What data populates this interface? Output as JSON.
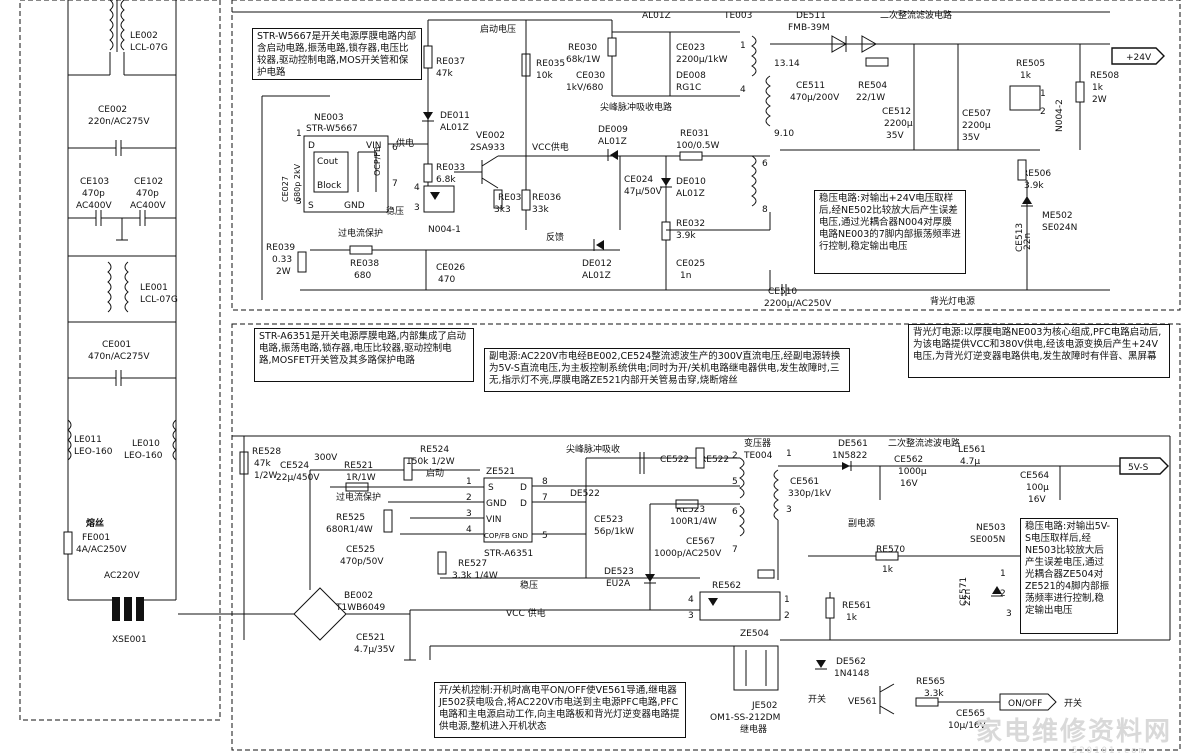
{
  "left_strip": {
    "le002": "LE002",
    "le002_type": "LCL-07G",
    "ce002": "CE002",
    "ce002_val": "220n/AC275V",
    "ce103": "CE103",
    "ce103_v": "470p",
    "ce103_r": "AC400V",
    "ce102": "CE102",
    "ce102_v": "470p",
    "ce102_r": "AC400V",
    "le001": "LE001",
    "le001_type": "LCL-07G",
    "ce001": "CE001",
    "ce001_val": "470n/AC275V",
    "le011": "LE011",
    "le011_type": "LEO-160",
    "le010": "LE010",
    "le010_type": "LEO-160",
    "fuse_label": "熔丝",
    "fe001": "FE001",
    "fe001_val": "4A/AC250V",
    "ac": "AC220V",
    "xse": "XSE001"
  },
  "top_section": {
    "note_w5667": "STR-W5667是开关电源厚膜电路内部含启动电路,振荡电路,锁存器,电压比较器,驱动控制电路,MOS开关管和保护电路",
    "startup_voltage": "启动电压",
    "re037": "RE037",
    "re037_v": "47k",
    "re035": "RE035",
    "re035_v": "10k",
    "re030": "RE030",
    "re030_v": "68k/1W",
    "ce030": "CE030",
    "ce030_v": "1kV/680",
    "al01z_top": "AL01Z",
    "ce023": "CE023",
    "ce023_v": "2200μ/1kW",
    "de008": "DE008",
    "de008_v": "RG1C",
    "te003": "TE003",
    "de511": "DE511",
    "de511_v": "FMB-39M",
    "secondary_title": "二次整流滤波电路",
    "plus24": "+24V",
    "spike_title": "尖峰脉冲吸收电路",
    "ne003": "NE003",
    "ne003_v": "STR-W5667",
    "pin_d": "D",
    "pin_vin": "VIN",
    "pin_cout": "Cout",
    "pin_block": "Block",
    "pin_ocp": "OCP/FB",
    "pin_s": "S",
    "pin_gnd": "GND",
    "supply": "供电",
    "de011": "DE011",
    "de011_v": "AL01Z",
    "ve002": "VE002",
    "ve002_v": "2SA933",
    "vcc_supply": "VCC供电",
    "de009": "DE009",
    "de009_v": "AL01Z",
    "re031": "RE031",
    "re031_v": "100/0.5W",
    "re033": "RE033",
    "re033_v": "6.8k",
    "re034": "RE034",
    "re034_v": "3k3",
    "re036": "RE036",
    "re036_v": "33k",
    "ce024": "CE024",
    "ce024_v": "47μ/50V",
    "de010": "DE010",
    "de010_v": "AL01Z",
    "ce027": "CE027",
    "ce027_v": "680p 2kV",
    "regulate": "稳压",
    "n004_1": "N004-1",
    "re032": "RE032",
    "re032_v": "3.9k",
    "ocp": "过电流保护",
    "feedback": "反馈",
    "re039": "RE039",
    "re039_v": "0.33",
    "re039_w": "2W",
    "re038": "RE038",
    "re038_v": "680",
    "ce026": "CE026",
    "ce026_v": "470",
    "de012": "DE012",
    "de012_v": "AL01Z",
    "ce025": "CE025",
    "ce025_v": "1n",
    "ce510": "CE510",
    "ce510_v": "2200μ/AC250V",
    "backlight": "背光灯电源",
    "te_pins_a": "13.14",
    "te_pins_b": "9.10",
    "ce511": "CE511",
    "ce511_v": "470μ/200V",
    "re504": "RE504",
    "re504_v": "22/1W",
    "ce512": "CE512",
    "ce512_v": "2200μ",
    "ce512_r": "35V",
    "re505": "RE505",
    "re505_v": "1k",
    "ce507": "CE507",
    "ce507_v": "2200μ",
    "ce507_r": "35V",
    "n004_2": "N004-2",
    "re508": "RE508",
    "re508_v": "1k",
    "re508_w": "2W",
    "re506": "RE506",
    "re506_v": "3.9k",
    "ce513": "CE513",
    "ce513_v": "22n",
    "me502": "ME502",
    "me502_v": "SE024N",
    "note_regulate": "稳压电路:对输出+24V电压取样后,经NE502比较放大后产生误差电压,通过光耦合器N004对厚膜电路NE003的7脚内部振荡频率进行控制,稳定输出电压",
    "note_backlight": "背光灯电源:以厚膜电路NE003为核心组成,PFC电路启动后,为该电路提供VCC和380V供电,经该电源变换后产生+24V电压,为背光灯逆变器电路供电,发生故障时有伴音、黑屏幕"
  },
  "bottom_section": {
    "note_a6351": "STR-A6351是开关电源厚膜电路,内部集成了启动电路,振荡电路,锁存器,电压比较器,驱动控制电路,MOSFET开关管及其多路保护电路",
    "note_aux": "副电源:AC220V市电经BE002,CE524整流滤波生产的300V直流电压,经副电源转换为5V-S直流电压,为主板控制系统供电;同时为开/关机电路继电器供电,发生故障时,三无,指示灯不亮,厚膜电路ZE521内部开关管易击穿,烧断熔丝",
    "re528": "RE528",
    "re528_v": "47k",
    "re528_w": "1/2W",
    "v300": "300V",
    "re524": "RE524",
    "re524_v": "150k 1/2W",
    "startup": "启动",
    "ce524": "CE524",
    "ce524_v": "22μ/450V",
    "re521": "RE521",
    "re521_v": "1R/1W",
    "ze521": "ZE521",
    "zp_s": "S",
    "zp_gnd": "GND",
    "zp_vin": "VIN",
    "zp_cop": "COP/FB",
    "zp_gnd2": "GND",
    "zp_d1": "D",
    "zp_d2": "D",
    "ze521_v": "STR-A6351",
    "ocp2": "过电流保护",
    "re525": "RE525",
    "re525_v": "680R1/4W",
    "ce525": "CE525",
    "ce525_v": "470p/50V",
    "re527": "RE527",
    "re527_v": "3.3k 1/4W",
    "spike2": "尖峰脉冲吸收",
    "de522": "DE522",
    "ce522": "CE522",
    "re522": "RE522",
    "ce523": "CE523",
    "ce523_v": "56p/1kW",
    "re523": "RE523",
    "re523_v": "100R1/4W",
    "ce567": "CE567",
    "ce567_v": "1000p/AC250V",
    "de523": "DE523",
    "de523_v": "EU2A",
    "regulate2": "稳压",
    "vcc2": "VCC 供电",
    "re562": "RE562",
    "transformer": "变压器",
    "te004": "TE004",
    "de561": "DE561",
    "de561_v": "1N5822",
    "secondary2": "二次整流滤波电路",
    "ce561": "CE561",
    "ce561_v": "330p/1kV",
    "ce562": "CE562",
    "ce562_v": "1000μ",
    "ce562_r": "16V",
    "le561": "LE561",
    "le561_v": "4.7μ",
    "v5s": "5V-S",
    "ce564": "CE564",
    "ce564_v": "100μ",
    "ce564_r": "16V",
    "aux_power": "副电源",
    "ne503": "NE503",
    "ne503_v": "SE005N",
    "re570": "RE570",
    "re570_v": "1k",
    "ce571": "CE571",
    "ce571_v": "22n",
    "re561": "RE561",
    "re561_v": "1k",
    "note_regulate2": "稳压电路:对输出5V-S电压取样后,经NE503比较放大后产生误差电压,通过光耦合器ZE504对ZE521的4脚内部振荡频率进行控制,稳定输出电压",
    "be002": "BE002",
    "be002_v": "T1WB6049",
    "ce521": "CE521",
    "ce521_v": "4.7μ/35V",
    "ze504": "ZE504",
    "de562": "DE562",
    "de562_v": "1N4148",
    "je502": "JE502",
    "je502_v": "OM1-SS-212DM",
    "relay_label": "继电器",
    "note_onoff": "开/关机控制:开机时高电平ON/OFF使VE561导通,继电器JE502获电吸合,将AC220V市电送到主电源PFC电路,PFC电路和主电源启动工作,向主电路板和背光灯逆变器电路提供电源,整机进入开机状态",
    "switch1": "开关",
    "re565": "RE565",
    "re565_v": "3.3k",
    "ve561": "VE561",
    "onoff": "ON/OFF",
    "switch2": "开关",
    "ce565": "CE565",
    "ce565_v": "10μ/16V"
  },
  "watermark": {
    "text": "家电维修资料网",
    "url": "520101.com"
  }
}
